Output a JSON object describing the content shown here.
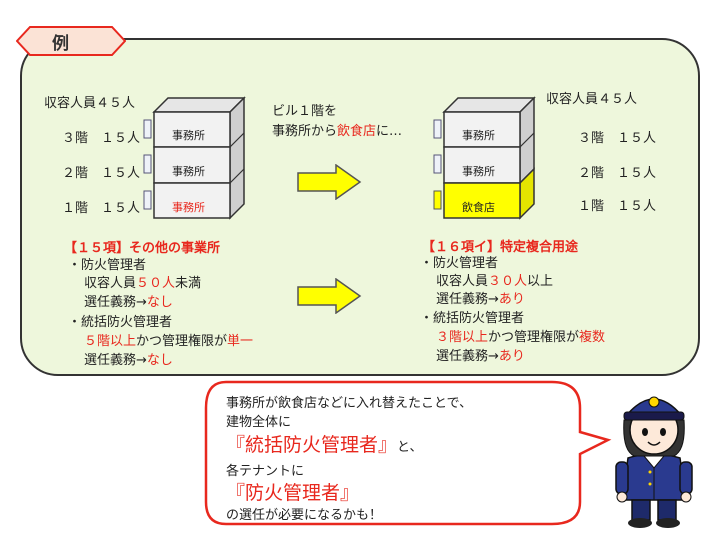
{
  "tag": "例",
  "left": {
    "capacity": "収容人員４５人",
    "floors": [
      {
        "floor": "３階",
        "people": "１５人",
        "use": "事務所"
      },
      {
        "floor": "２階",
        "people": "１５人",
        "use": "事務所"
      },
      {
        "floor": "１階",
        "people": "１５人",
        "use": "事務所"
      }
    ],
    "category": "【１５項】その他の事業所",
    "fire_manager": {
      "title": "・防火管理者",
      "line1_a": "収容人員",
      "line1_b": "５０人",
      "line1_c": "未満",
      "line2_a": "選任義務→",
      "line2_b": "なし"
    },
    "unified_manager": {
      "title": "・統括防火管理者",
      "line1_a": "５階以上",
      "line1_b": "かつ管理権限が",
      "line1_c": "単一",
      "line2_a": "選任義務→",
      "line2_b": "なし"
    }
  },
  "middle": {
    "line1": "ビル１階を",
    "line2_a": "事務所から",
    "line2_b": "飲食店",
    "line2_c": "に…"
  },
  "right": {
    "capacity": "収容人員４５人",
    "floors": [
      {
        "floor": "３階",
        "people": "１５人",
        "use": "事務所"
      },
      {
        "floor": "２階",
        "people": "１５人",
        "use": "事務所"
      },
      {
        "floor": "１階",
        "people": "１５人",
        "use": "飲食店"
      }
    ],
    "category": "【１６項イ】特定複合用途",
    "fire_manager": {
      "title": "・防火管理者",
      "line1_a": "収容人員",
      "line1_b": "３０人",
      "line1_c": "以上",
      "line2_a": "選任義務→",
      "line2_b": "あり"
    },
    "unified_manager": {
      "title": "・統括防火管理者",
      "line1_a": "３階以上",
      "line1_b": "かつ管理権限が",
      "line1_c": "複数",
      "line2_a": "選任義務→",
      "line2_b": "あり"
    }
  },
  "bubble": {
    "line1": "事務所が飲食店などに入れ替えたことで、",
    "line2": "建物全体に",
    "line3_a": "『統括防火管理者』",
    "line3_b": "と、",
    "line4": "各テナントに",
    "line5": "『防火管理者』",
    "line6": "の選任が必要になるかも！"
  },
  "colors": {
    "panel": "#eef7dc",
    "red": "#e8281e",
    "arrow": "#ffff00",
    "restaurant": "#ffff00",
    "officer": "#2a3a8f"
  }
}
